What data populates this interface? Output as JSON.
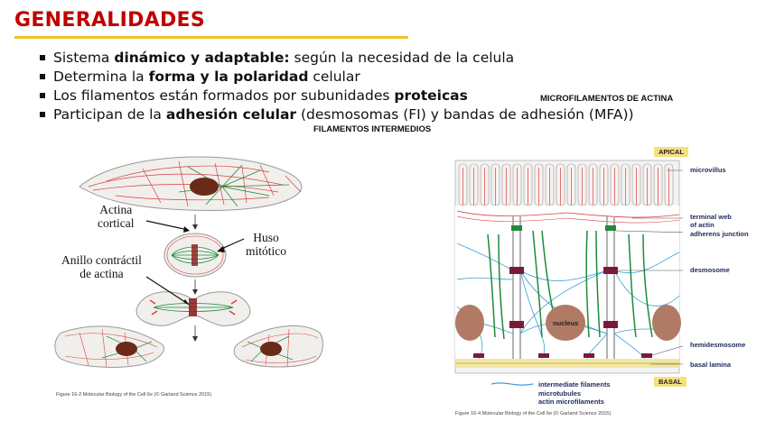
{
  "header": {
    "title": "GENERALIDADES"
  },
  "bullets": {
    "b1": {
      "pre": "Sistema ",
      "bold": "dinámico y adaptable:",
      "post": " según la necesidad de la celula"
    },
    "b2": {
      "pre": "Determina la ",
      "bold": "forma y la polaridad",
      "post": " celular"
    },
    "b3": {
      "pre": "Los filamentos están formados por subunidades ",
      "bold": "proteicas",
      "post": ""
    },
    "b4": {
      "pre": "Participan de la ",
      "bold": "adhesión celular",
      "post": " (desmosomas (FI)  y bandas de adhesión (MFA))"
    }
  },
  "captions": {
    "microfilamentos": "MICROFILAMENTOS DE ACTINA",
    "intermedios": "FILAMENTOS INTERMEDIOS"
  },
  "figure_left": {
    "label_actina_line1": "Actina",
    "label_actina_line2": "cortical",
    "label_huso_line1": "Huso",
    "label_huso_line2": "mitótico",
    "label_anillo_line1": "Anillo contráctil",
    "label_anillo_line2": "de actina",
    "credit": "Figure 16-2  Molecular Biology of the Cell 6e (© Garland Science 2015)"
  },
  "figure_right": {
    "apical": "APICAL",
    "basal": "BASAL",
    "microvillus": "microvillus",
    "terminal_web_1": "terminal web",
    "terminal_web_2": "of actin",
    "adherens": "adherens junction",
    "desmosome": "desmosome",
    "hemidesmosome": "hemidesmosome",
    "basal_lamina": "basal lamina",
    "nucleus": "nucleus",
    "legend_if": "intermediate filaments",
    "legend_mt": "microtubules",
    "legend_af": "actin microfilaments",
    "credit": "Figure 16-4  Molecular Biology of the Cell 6e (© Garland Science 2015)"
  },
  "colors": {
    "title": "#c00000",
    "title_bar": "#f2c230",
    "intermediate_filaments": "#3aa0d8",
    "microtubules": "#1f8a3a",
    "actin": "#d84040",
    "junction": "#7a1a3a",
    "nucleus": "#b07a64",
    "nucleus_left": "#6b2a18",
    "band": "#f5e07e"
  }
}
